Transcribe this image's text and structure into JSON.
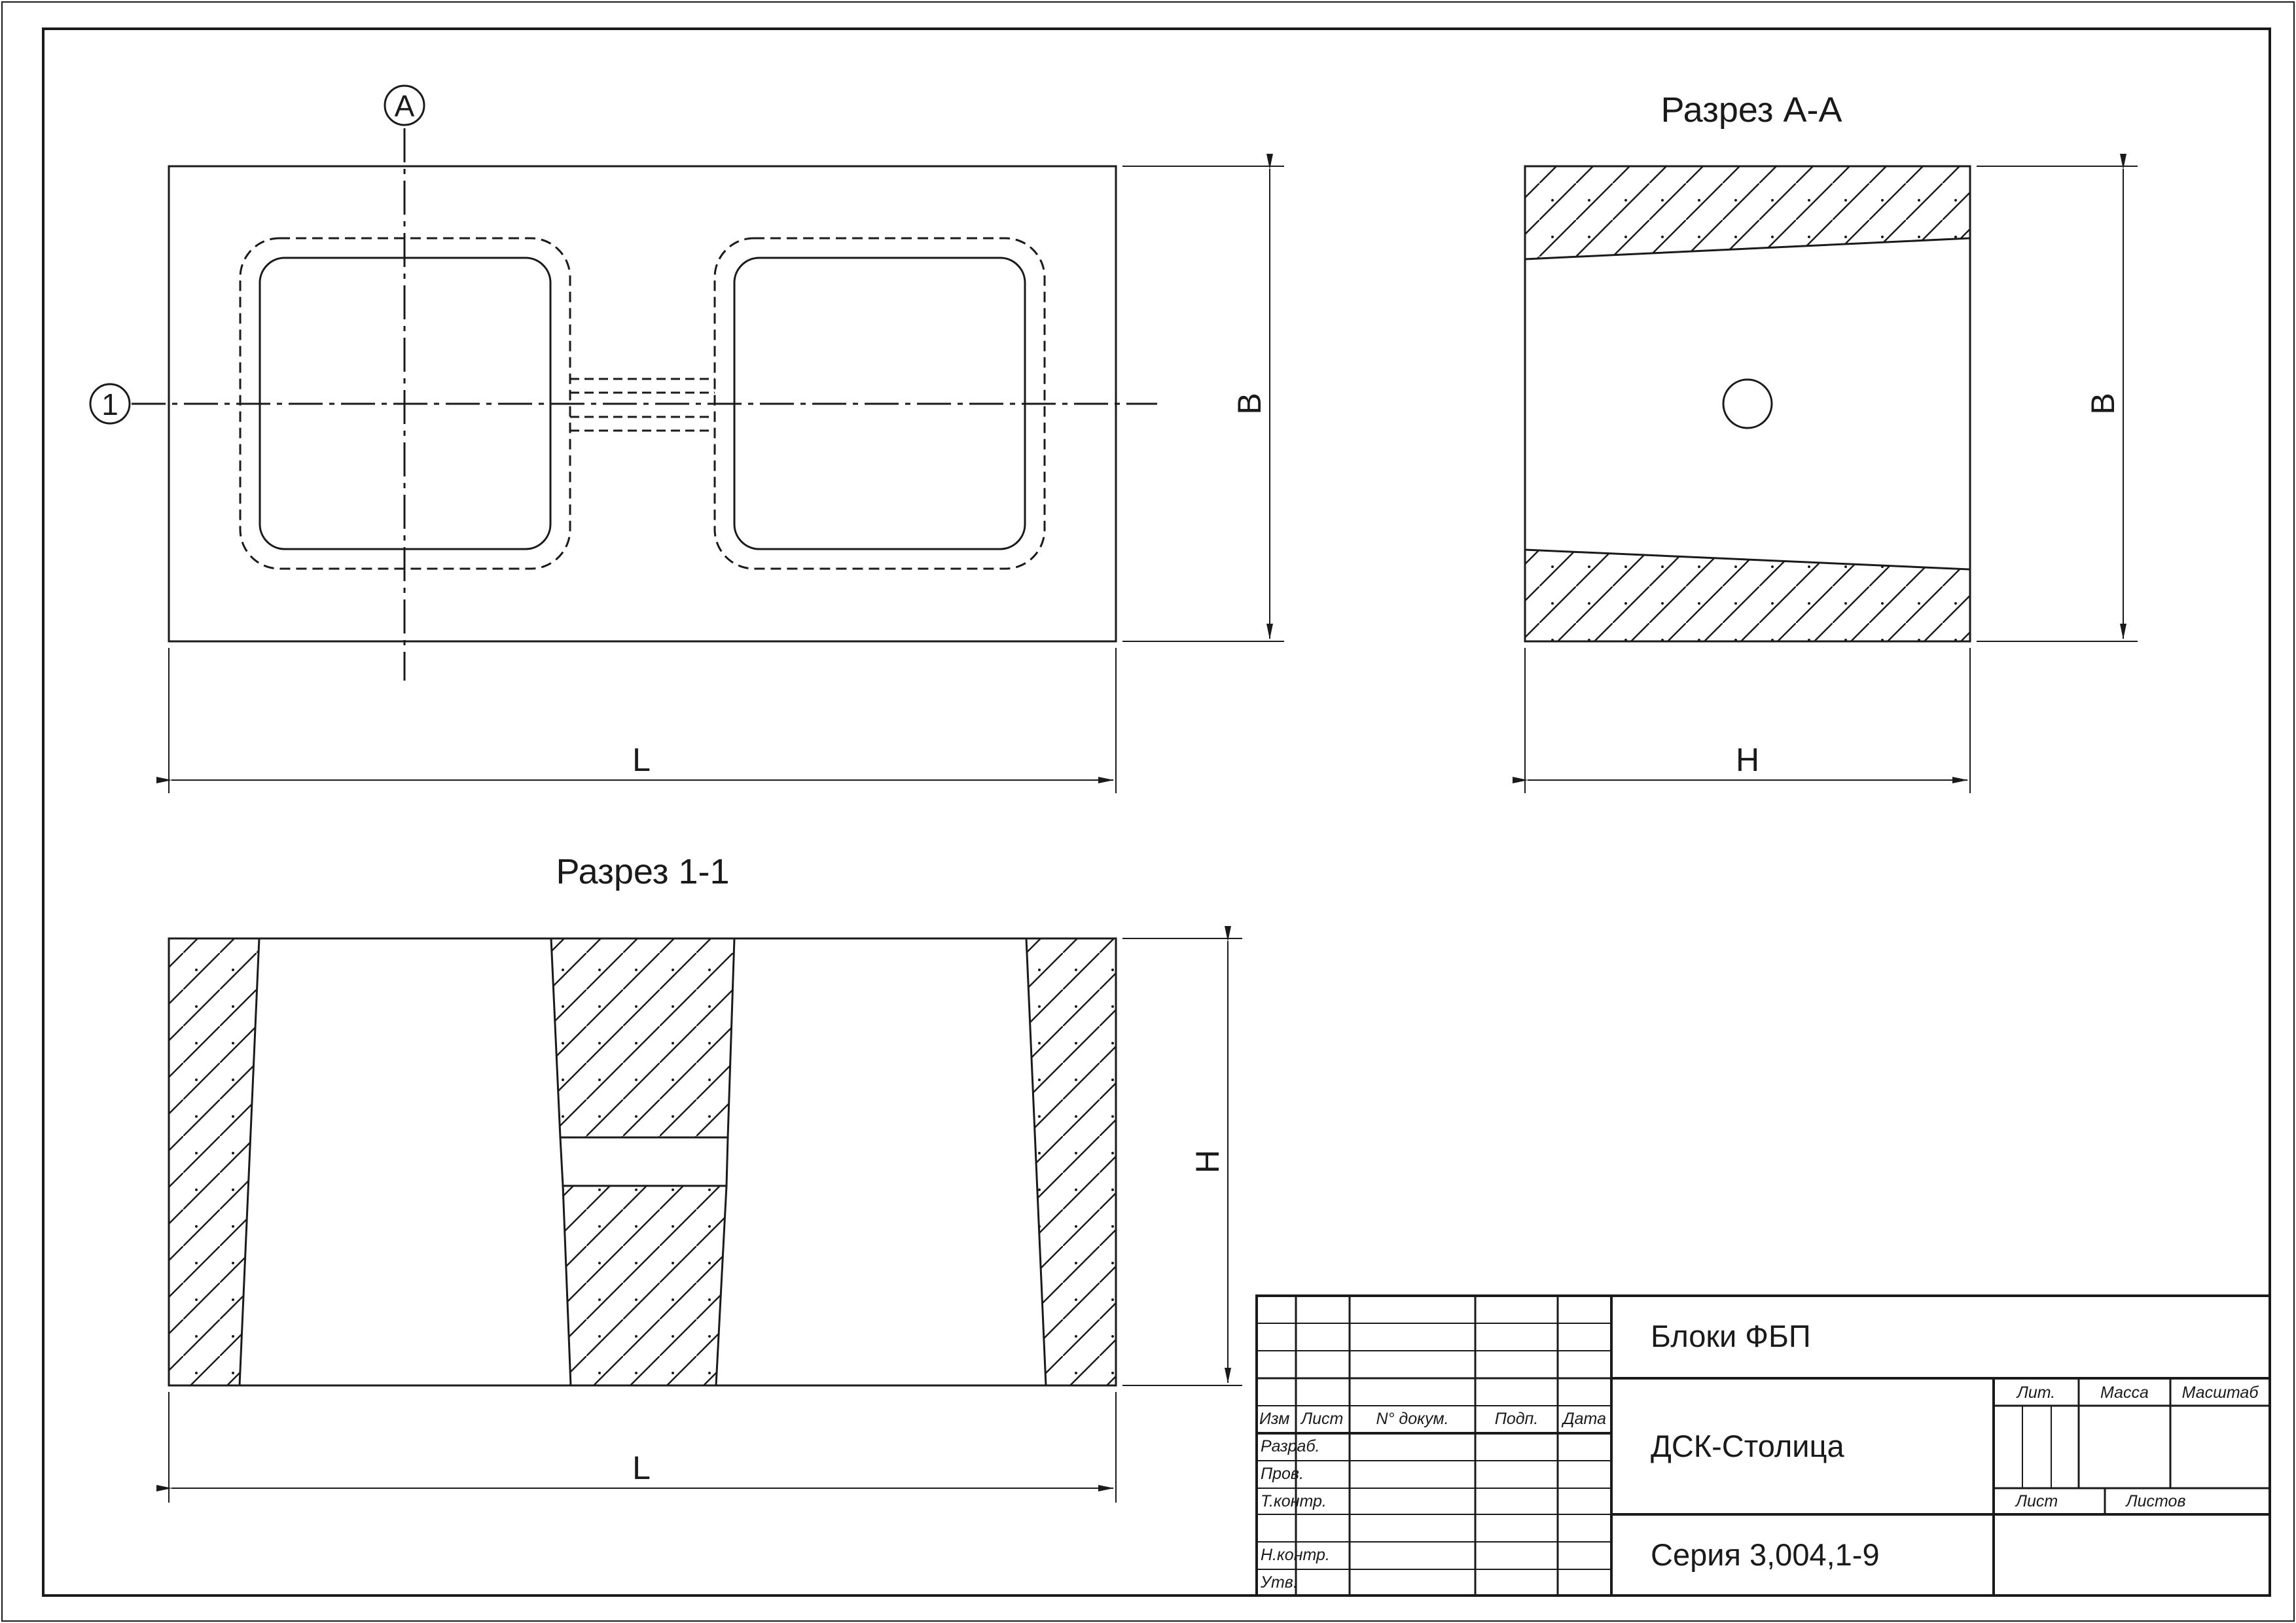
{
  "views": {
    "section_aa_title": "Разрез А-А",
    "section_11_title": "Разрез 1-1",
    "marker_a": "А",
    "marker_1": "1"
  },
  "dimensions": {
    "plan_length": "L",
    "plan_width": "B",
    "section_aa_width": "B",
    "section_aa_height": "H",
    "section_11_height": "H",
    "section_11_length": "L"
  },
  "title_block": {
    "col_izm": "Изм",
    "col_list": "Лист",
    "col_doc": "N° докум.",
    "col_sign": "Подп.",
    "col_date": "Дата",
    "role_developed": "Разраб.",
    "role_checked": "Пров.",
    "role_tech": "Т.контр.",
    "role_norm": "Н.контр.",
    "role_approved": "Утв.",
    "lit_label": "Лит.",
    "mass_label": "Масса",
    "scale_label": "Масштаб",
    "sheet_label": "Лист",
    "sheets_label": "Листов",
    "product_name": "Блоки ФБП",
    "organization": "ДСК-Столица",
    "series": "Серия 3,004,1-9"
  }
}
